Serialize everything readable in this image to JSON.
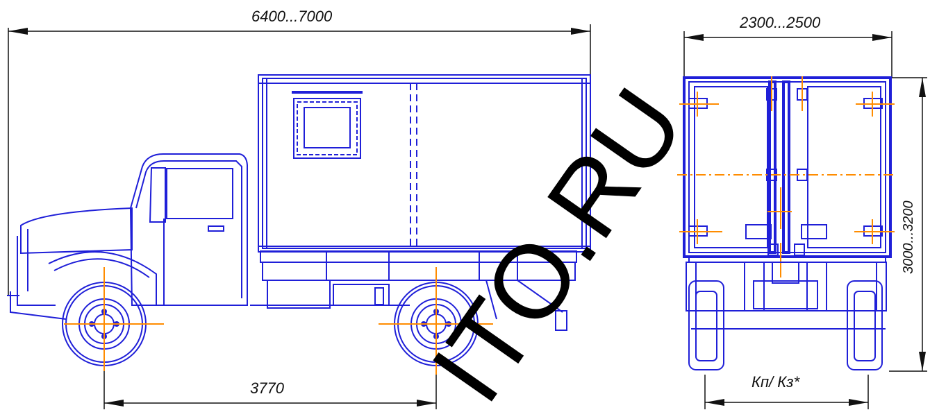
{
  "dimensions": {
    "overall_length": "6400...7000",
    "wheelbase": "3770",
    "overall_width": "2300...2500",
    "overall_height": "3000...3200",
    "track": "Кп/ Кз*"
  },
  "watermark": "ITO.RU",
  "colors": {
    "outline": "#1f1fd8",
    "centerline": "#ff8c00",
    "dimension": "#111111",
    "watermark": "#000000"
  }
}
